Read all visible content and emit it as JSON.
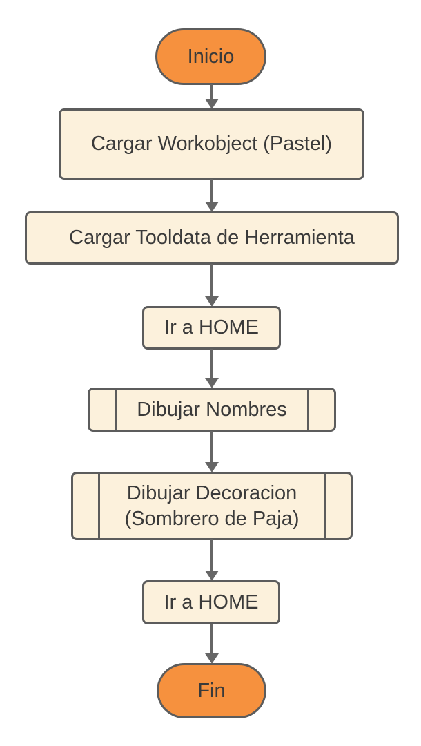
{
  "diagram": {
    "type": "flowchart",
    "direction": "top-down",
    "nodes": [
      {
        "id": "inicio",
        "shape": "terminator",
        "label": "Inicio"
      },
      {
        "id": "cargar-workobject",
        "shape": "process",
        "label": "Cargar Workobject (Pastel)"
      },
      {
        "id": "cargar-tooldata",
        "shape": "process",
        "label": "Cargar Tooldata de Herramienta"
      },
      {
        "id": "ir-a-home-1",
        "shape": "process",
        "label": "Ir a HOME"
      },
      {
        "id": "dibujar-nombres",
        "shape": "predefined-process",
        "label": "Dibujar Nombres"
      },
      {
        "id": "dibujar-decoracion",
        "shape": "predefined-process",
        "label": "Dibujar Decoracion\n(Sombrero de Paja)"
      },
      {
        "id": "ir-a-home-2",
        "shape": "process",
        "label": "Ir a HOME"
      },
      {
        "id": "fin",
        "shape": "terminator",
        "label": "Fin"
      }
    ],
    "edges": [
      {
        "from": "inicio",
        "to": "cargar-workobject"
      },
      {
        "from": "cargar-workobject",
        "to": "cargar-tooldata"
      },
      {
        "from": "cargar-tooldata",
        "to": "ir-a-home-1"
      },
      {
        "from": "ir-a-home-1",
        "to": "dibujar-nombres"
      },
      {
        "from": "dibujar-nombres",
        "to": "dibujar-decoracion"
      },
      {
        "from": "dibujar-decoracion",
        "to": "ir-a-home-2"
      },
      {
        "from": "ir-a-home-2",
        "to": "fin"
      }
    ],
    "colors": {
      "terminator_fill": "#F6913E",
      "process_fill": "#FCF1DC",
      "border": "#5C5C5C",
      "arrow": "#666666",
      "text": "#3A3A3A",
      "background": "#FFFFFF"
    }
  }
}
